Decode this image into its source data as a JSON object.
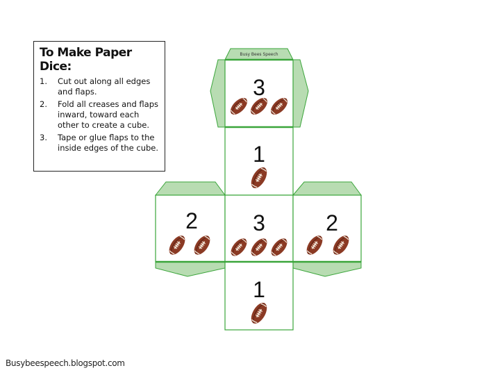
{
  "instructions": {
    "title": "To Make Paper Dice:",
    "steps": [
      {
        "num": "1.",
        "text": "Cut out along all edges and flaps."
      },
      {
        "num": "2.",
        "text": "Fold all creases and flaps inward, toward each other to create a cube."
      },
      {
        "num": "3.",
        "text": "Tape or glue flaps to the inside edges of the cube."
      }
    ]
  },
  "dice": {
    "brand_label": "Busy Bees Speech",
    "faces": [
      {
        "id": "top",
        "number": "3",
        "footballs": 3
      },
      {
        "id": "upper-middle",
        "number": "1",
        "footballs": 1
      },
      {
        "id": "left",
        "number": "2",
        "footballs": 2
      },
      {
        "id": "center",
        "number": "3",
        "footballs": 3
      },
      {
        "id": "right",
        "number": "2",
        "footballs": 2
      },
      {
        "id": "bottom",
        "number": "1",
        "footballs": 1
      }
    ],
    "colors": {
      "line": "#3aa53a",
      "flap_fill": "#b8dcb2",
      "football": "#8b3a24"
    }
  },
  "footer": {
    "credit": "Busybeespeech.blogspot.com"
  }
}
